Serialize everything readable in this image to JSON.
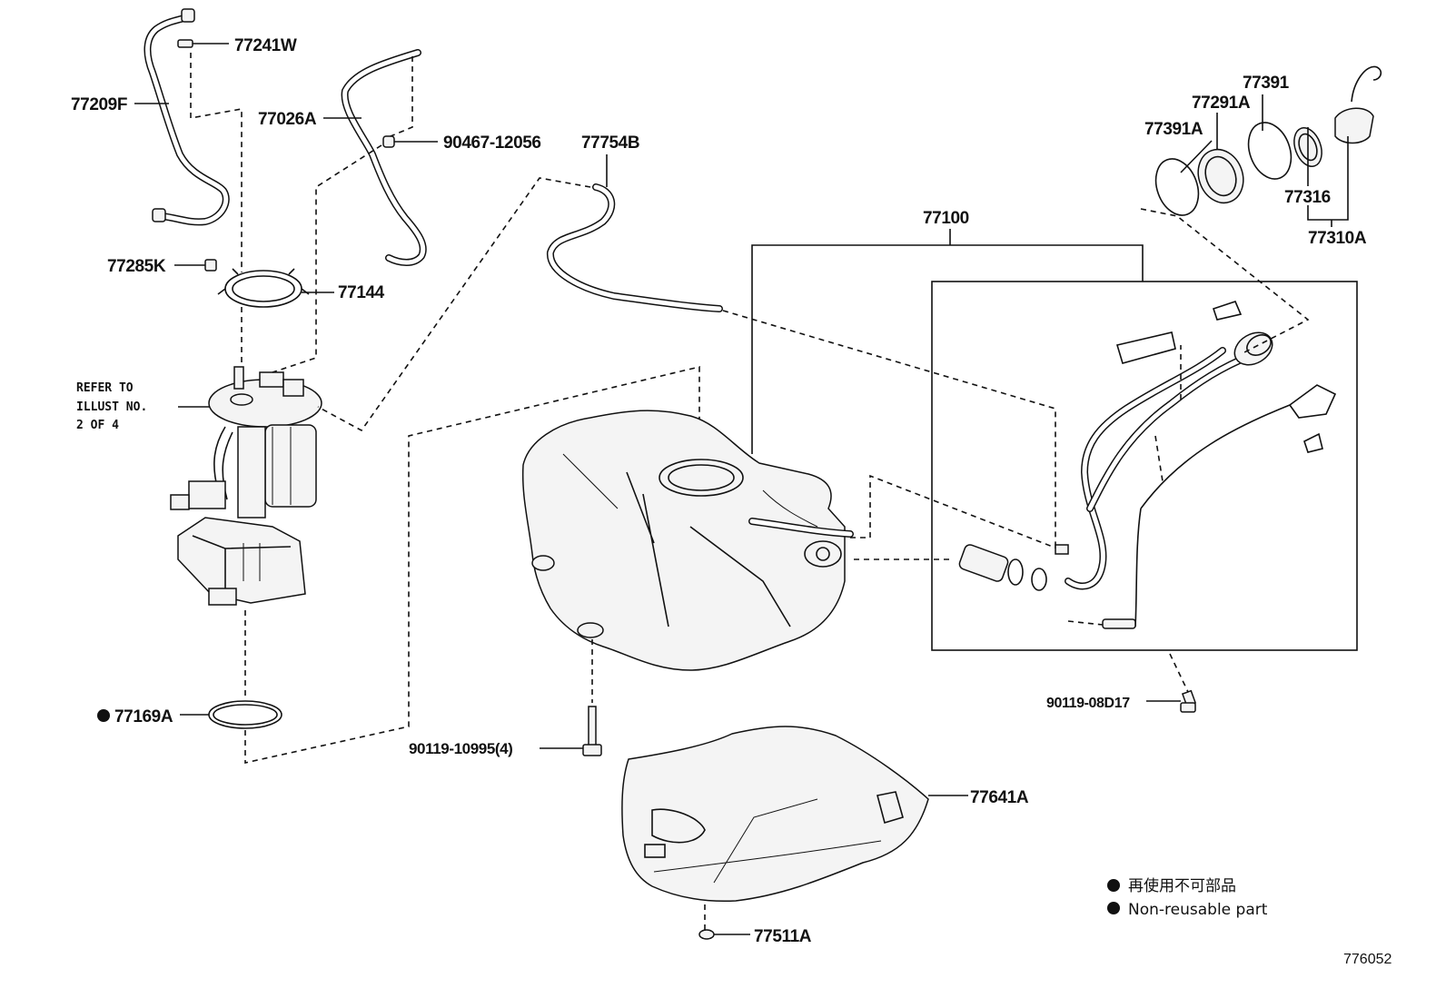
{
  "labels": {
    "p77241W": "77241W",
    "p77209F": "77209F",
    "p77026A": "77026A",
    "p90467": "90467-12056",
    "p77754B": "77754B",
    "p77391": "77391",
    "p77291A": "77291A",
    "p77391A": "77391A",
    "p77316": "77316",
    "p77310A": "77310A",
    "p77100": "77100",
    "p77285K": "77285K",
    "p77144": "77144",
    "refer_line1": "REFER TO",
    "refer_line2": "ILLUST NO.",
    "refer_line3": "2 OF 4",
    "p77169A": "77169A",
    "p90119_08D17": "90119-08D17",
    "p90119_10995": "90119-10995(4)",
    "p77641A": "77641A",
    "p77511A": "77511A"
  },
  "legend": {
    "item_jp": "再使用不可部品",
    "item_en": "Non-reusable part"
  },
  "diagram_id": "776052",
  "marker_symbol": "●"
}
